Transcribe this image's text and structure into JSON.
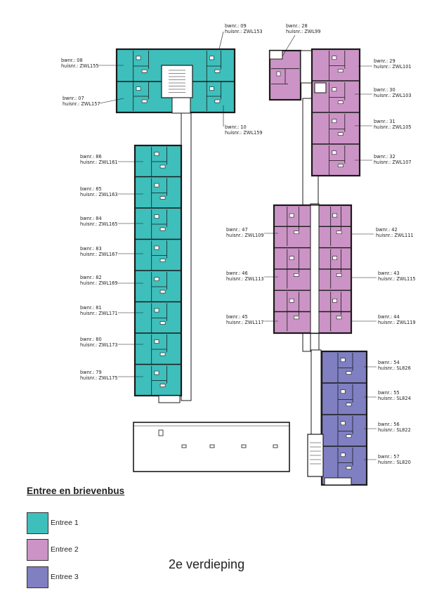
{
  "colors": {
    "entree1": "#3ebfbc",
    "entree2": "#cc94c6",
    "entree3": "#7f7fc2",
    "wall": "#1a1a1a"
  },
  "units": [
    {
      "bw": "bwnr.: 08",
      "hs": "huisnr.: ZWL155"
    },
    {
      "bw": "bwnr.: 07",
      "hs": "huisnr.: ZWL157"
    },
    {
      "bw": "bwnr.: 09",
      "hs": "huisnr.: ZWL153"
    },
    {
      "bw": "bwnr.: 10",
      "hs": "huisnr.: ZWL159"
    },
    {
      "bw": "bwnr.: 28",
      "hs": "huisnr.: ZWL99"
    },
    {
      "bw": "bwnr.: 29",
      "hs": "huisnr.: ZWL101"
    },
    {
      "bw": "bwnr.: 30",
      "hs": "huisnr.: ZWL103"
    },
    {
      "bw": "bwnr.: 31",
      "hs": "huisnr.: ZWL105"
    },
    {
      "bw": "bwnr.: 32",
      "hs": "huisnr.: ZWL107"
    },
    {
      "bw": "bwnr.: 86",
      "hs": "huisnr.: ZWL161"
    },
    {
      "bw": "bwnr.: 85",
      "hs": "huisnr.: ZWL163"
    },
    {
      "bw": "bwnr.: 84",
      "hs": "huisnr.: ZWL165"
    },
    {
      "bw": "bwnr.: 83",
      "hs": "huisnr.: ZWL167"
    },
    {
      "bw": "bwnr.: 82",
      "hs": "huisnr.: ZWL169"
    },
    {
      "bw": "bwnr.: 81",
      "hs": "huisnr.: ZWL171"
    },
    {
      "bw": "bwnr.: 80",
      "hs": "huisnr.: ZWL173"
    },
    {
      "bw": "bwnr.: 79",
      "hs": "huisnr.: ZWL175"
    },
    {
      "bw": "bwnr.: 47",
      "hs": "huisnr.: ZWL109"
    },
    {
      "bw": "bwnr.: 46",
      "hs": "huisnr.: ZWL113"
    },
    {
      "bw": "bwnr.: 45",
      "hs": "huisnr.: ZWL117"
    },
    {
      "bw": "bwnr.: 42",
      "hs": "huisnr.: ZWL111"
    },
    {
      "bw": "bwnr.: 43",
      "hs": "huisnr.: ZWL115"
    },
    {
      "bw": "bwnr.: 44",
      "hs": "huisnr.: ZWL119"
    },
    {
      "bw": "bwnr.: 54",
      "hs": "huisnr.: SL826"
    },
    {
      "bw": "bwnr.: 55",
      "hs": "huisnr.: SL824"
    },
    {
      "bw": "bwnr.: 56",
      "hs": "huisnr.: SL822"
    },
    {
      "bw": "bwnr.: 57",
      "hs": "huisnr.: SL820"
    }
  ],
  "legend": {
    "title": "Entree en brievenbus",
    "items": [
      {
        "label": "Entree 1"
      },
      {
        "label": "Entree 2"
      },
      {
        "label": "Entree 3"
      }
    ]
  },
  "floor_label": "2e verdieping"
}
